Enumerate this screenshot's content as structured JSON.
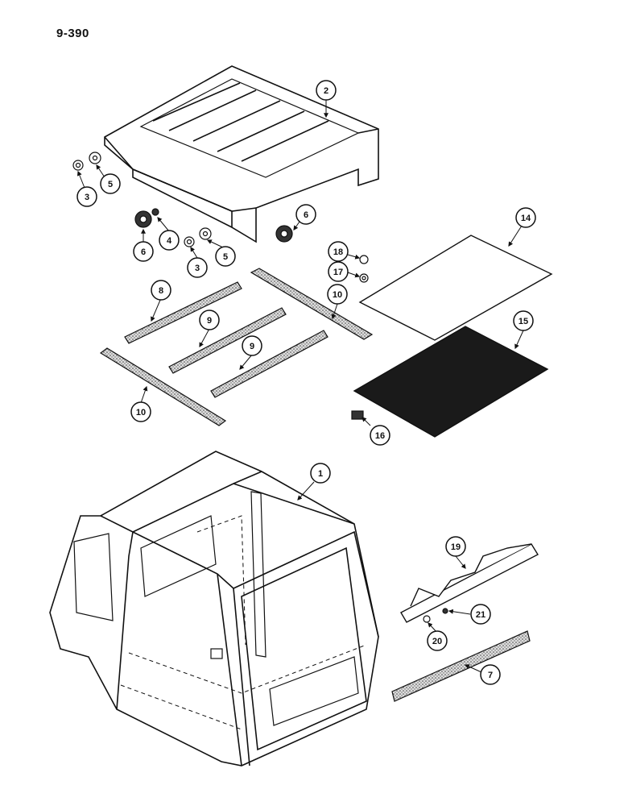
{
  "page": {
    "number": "9-390"
  },
  "callouts": [
    {
      "label": "1"
    },
    {
      "label": "2"
    },
    {
      "label": "3"
    },
    {
      "label": "5"
    },
    {
      "label": "6"
    },
    {
      "label": "4"
    },
    {
      "label": "6"
    },
    {
      "label": "3"
    },
    {
      "label": "5"
    },
    {
      "label": "14"
    },
    {
      "label": "18"
    },
    {
      "label": "17"
    },
    {
      "label": "8"
    },
    {
      "label": "10"
    },
    {
      "label": "9"
    },
    {
      "label": "9"
    },
    {
      "label": "15"
    },
    {
      "label": "10"
    },
    {
      "label": "16"
    },
    {
      "label": "19"
    },
    {
      "label": "21"
    },
    {
      "label": "20"
    },
    {
      "label": "7"
    }
  ]
}
